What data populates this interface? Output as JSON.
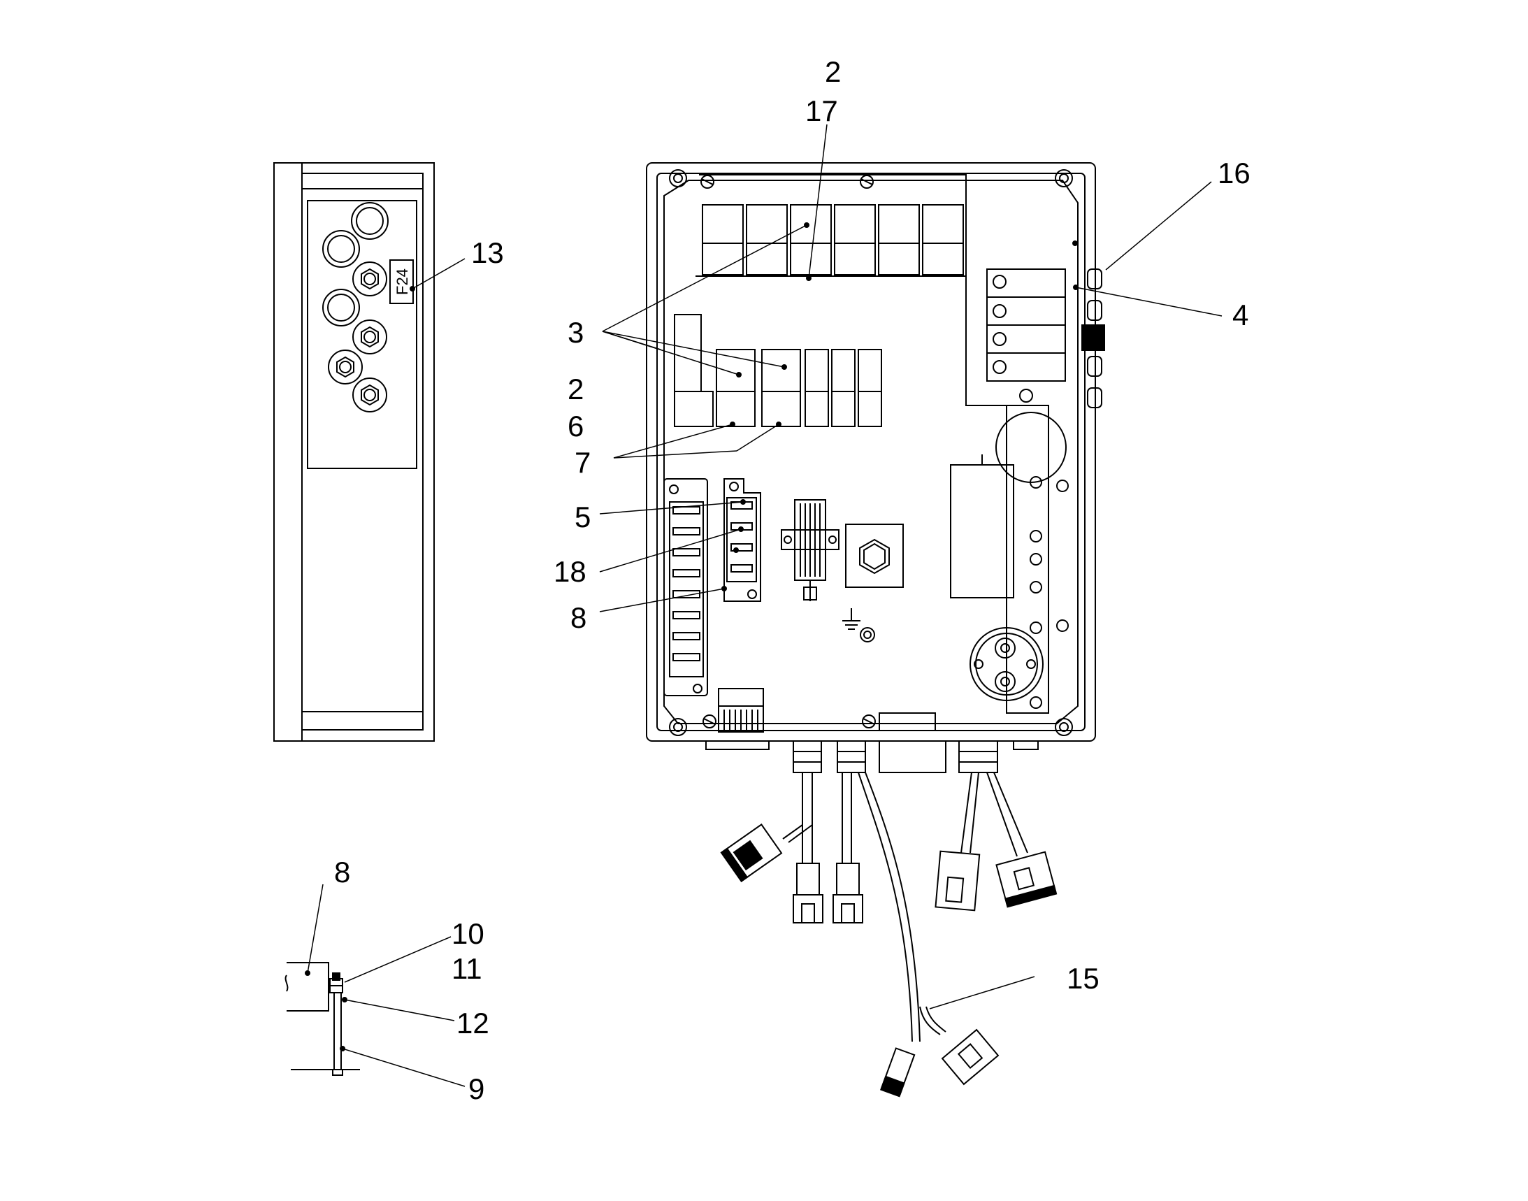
{
  "diagram": {
    "line_color": "#000000",
    "background": "#ffffff",
    "fuse_tag": "F24",
    "callouts": {
      "top_2": "2",
      "top_17": "17",
      "c16": "16",
      "c13": "13",
      "c4": "4",
      "c3": "3",
      "c2_mid": "2",
      "c6": "6",
      "c7": "7",
      "c5": "5",
      "c18": "18",
      "c8_mid": "8",
      "c8_detail": "8",
      "c10": "10",
      "c11": "11",
      "c12": "12",
      "c9": "9",
      "c15": "15"
    }
  }
}
